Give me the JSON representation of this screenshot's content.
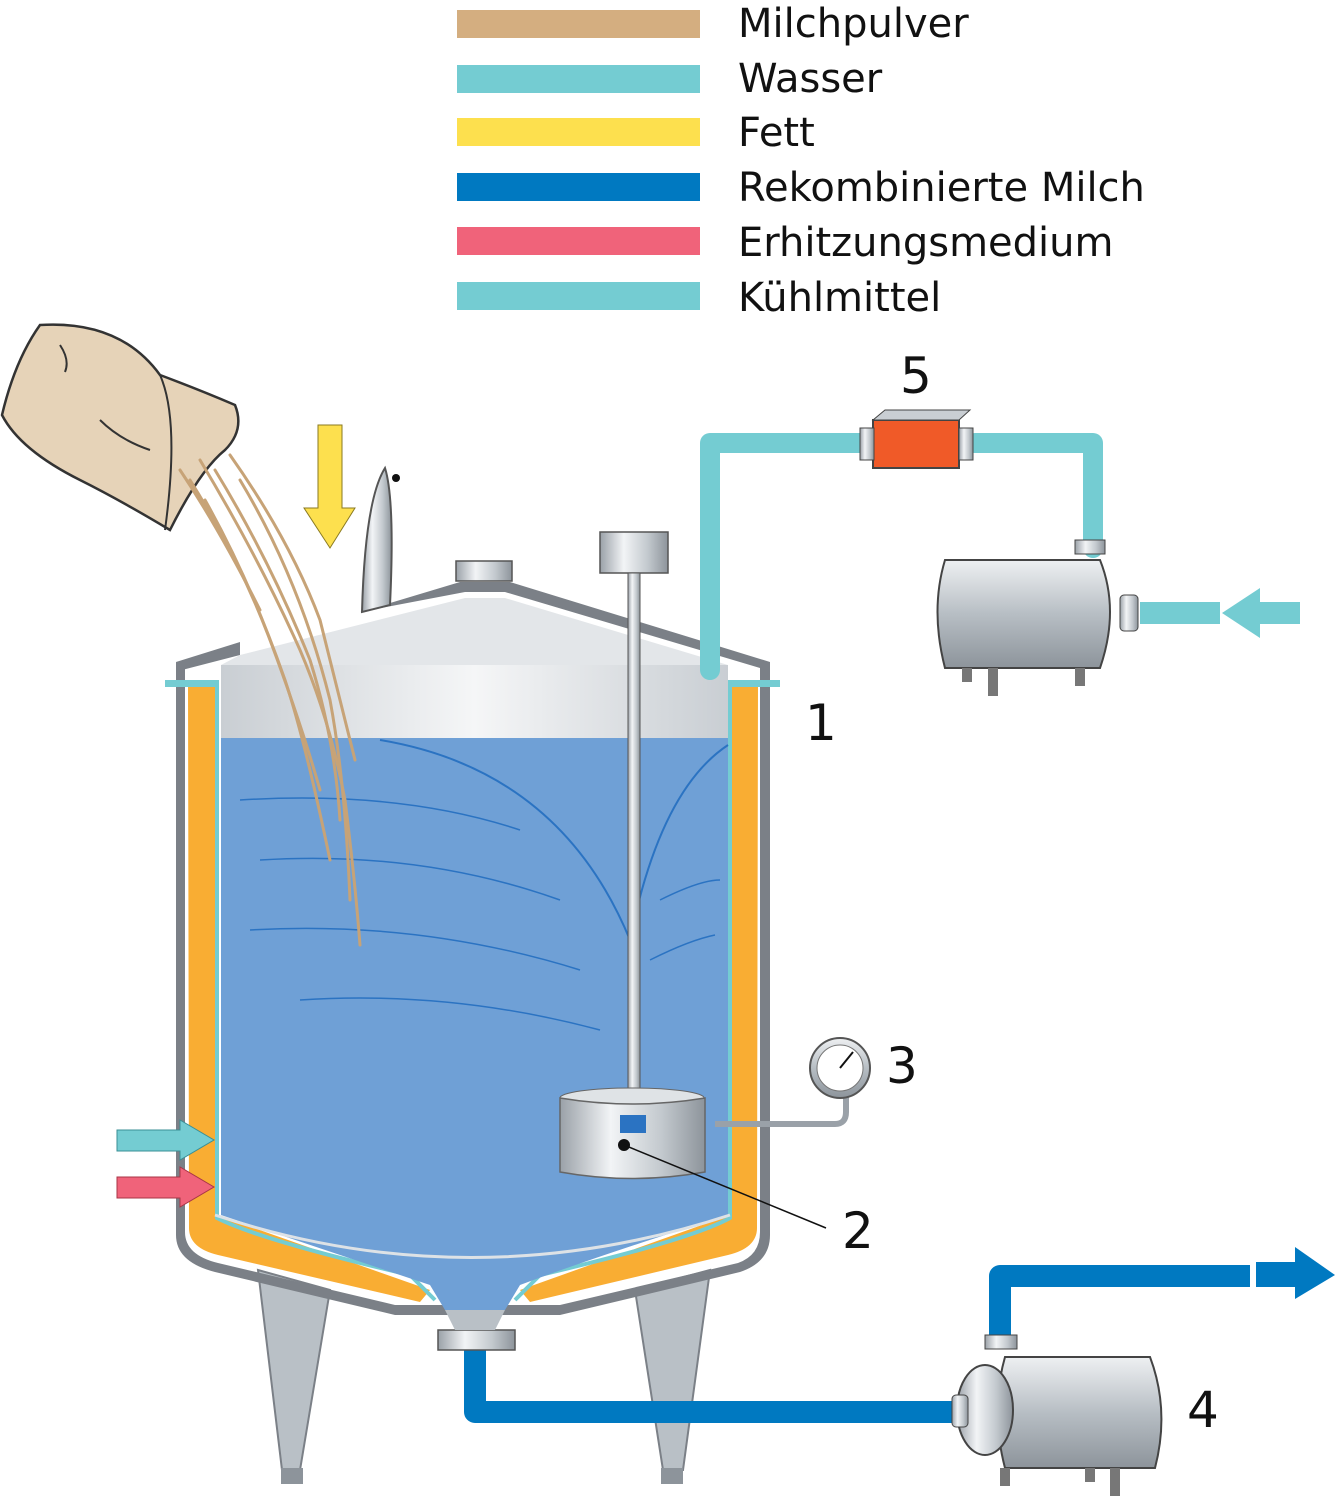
{
  "legend": [
    {
      "label": "Milchpulver",
      "color": "#d4ae80"
    },
    {
      "label": "Wasser",
      "color": "#74ccd2"
    },
    {
      "label": "Fett",
      "color": "#fde04e"
    },
    {
      "label": "Rekombinierte Milch",
      "color": "#0079c1"
    },
    {
      "label": "Erhitzungsmedium",
      "color": "#f0637a"
    },
    {
      "label": "Kühlmittel",
      "color": "#74ccd2"
    }
  ],
  "callouts": {
    "tank": "1",
    "agitator": "2",
    "gauge": "3",
    "outlet_pump": "4",
    "heater": "5"
  },
  "colors": {
    "jacket": "#f9ad33",
    "liquid": "#6fa0d6",
    "shell": "#7b8087",
    "steel": "#b9c0c6"
  }
}
